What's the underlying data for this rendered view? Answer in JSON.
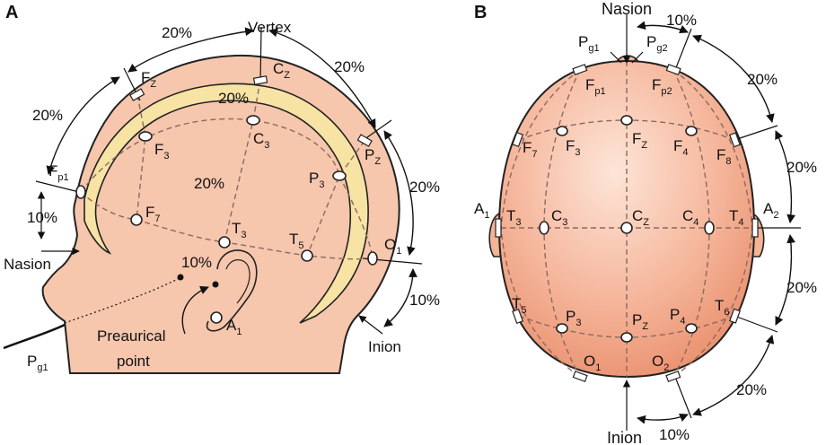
{
  "panel_a": {
    "label": "A",
    "vertex": "Vertex",
    "nasion": "Nasion",
    "inion": "Inion",
    "preauricular_1": "Preaurical",
    "preauricular_2": "point",
    "pct_fz_cz": "20%",
    "pct_cz_pz": "20%",
    "pct_fp1_fz": "20%",
    "pct_pz_o1": "20%",
    "pct_inner": "20%",
    "pct_f3_c3": "20%",
    "pct_nasion": "10%",
    "pct_preauricular": "10%",
    "pct_inion": "10%",
    "electrodes": {
      "fz": "F",
      "fz_sub": "Z",
      "cz": "C",
      "cz_sub": "Z",
      "pz": "P",
      "pz_sub": "Z",
      "fp1": "F",
      "fp1_sub": "p1",
      "f3": "F",
      "f3_sub": "3",
      "c3": "C",
      "c3_sub": "3",
      "p3": "P",
      "p3_sub": "3",
      "f7": "F",
      "f7_sub": "7",
      "t3": "T",
      "t3_sub": "3",
      "t5": "T",
      "t5_sub": "5",
      "o1": "O",
      "o1_sub": "1",
      "a1": "A",
      "a1_sub": "1",
      "pg1": "P",
      "pg1_sub": "g1"
    }
  },
  "panel_b": {
    "label": "B",
    "nasion": "Nasion",
    "inion": "Inion",
    "pct_top": "10%",
    "pct_right_upper": "20%",
    "pct_right_mid": "20%",
    "pct_right_lower": "20%",
    "pct_bottom_right": "20%",
    "pct_bottom": "10%",
    "electrodes": {
      "pg1": "P",
      "pg1_sub": "g1",
      "pg2": "P",
      "pg2_sub": "g2",
      "fp1": "F",
      "fp1_sub": "p1",
      "fp2": "F",
      "fp2_sub": "p2",
      "f7": "F",
      "f7_sub": "7",
      "f3": "F",
      "f3_sub": "3",
      "fz": "F",
      "fz_sub": "Z",
      "f4": "F",
      "f4_sub": "4",
      "f8": "F",
      "f8_sub": "8",
      "a1": "A",
      "a1_sub": "1",
      "t3": "T",
      "t3_sub": "3",
      "c3": "C",
      "c3_sub": "3",
      "cz": "C",
      "cz_sub": "Z",
      "c4": "C",
      "c4_sub": "4",
      "t4": "T",
      "t4_sub": "4",
      "a2": "A",
      "a2_sub": "2",
      "t5": "T",
      "t5_sub": "5",
      "p3": "P",
      "p3_sub": "3",
      "pz": "P",
      "pz_sub": "Z",
      "p4": "P",
      "p4_sub": "4",
      "t6": "T",
      "t6_sub": "6",
      "o1": "O",
      "o1_sub": "1",
      "o2": "O",
      "o2_sub": "2"
    }
  },
  "colors": {
    "skin": "#f6c6ad",
    "skin_dark": "#e89a7c",
    "brain": "#f7e3a4",
    "outline": "#222222"
  }
}
